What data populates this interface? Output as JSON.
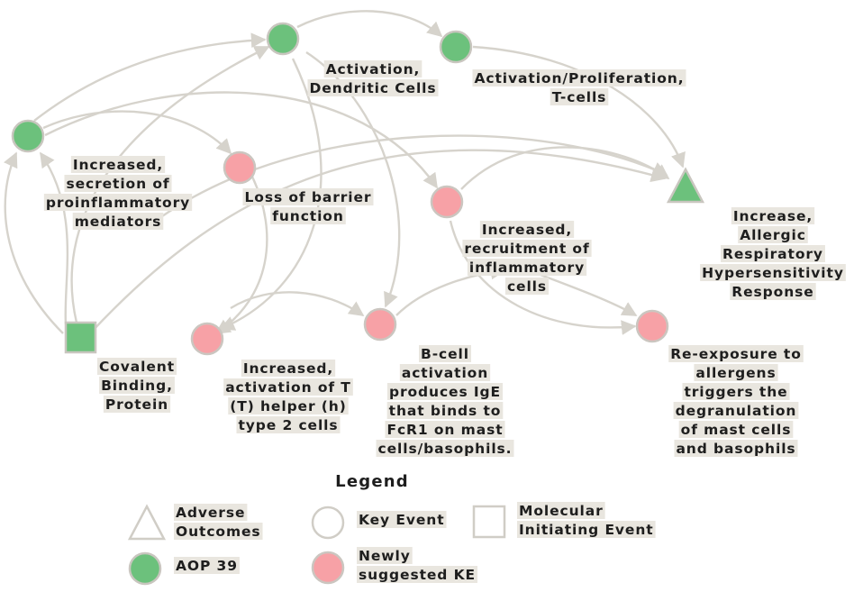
{
  "colors": {
    "aop39": "#6cc17c",
    "newly_suggested": "#f7a1a6",
    "edge": "#d6d3cc",
    "label_bg": "#e9e6df"
  },
  "nodes": {
    "activation_dc": {
      "lines": [
        "Activation,",
        "Dendritic Cells"
      ],
      "shape": "circle",
      "group": "aop39"
    },
    "activation_t": {
      "lines": [
        "Activation/Proliferation,",
        "T-cells"
      ],
      "shape": "circle",
      "group": "aop39"
    },
    "secretion": {
      "lines": [
        "Increased,",
        "secretion of",
        "proinflammatory",
        "mediators"
      ],
      "shape": "circle",
      "group": "aop39"
    },
    "loss_barrier": {
      "lines": [
        "Loss of barrier",
        "function"
      ],
      "shape": "circle",
      "group": "newly_suggested"
    },
    "recruitment": {
      "lines": [
        "Increased,",
        "recruitment of",
        "inflammatory",
        "cells"
      ],
      "shape": "circle",
      "group": "newly_suggested"
    },
    "allergic": {
      "lines": [
        "Increase,",
        "Allergic",
        "Respiratory",
        "Hypersensitivity",
        "Response"
      ],
      "shape": "triangle",
      "group": "aop39"
    },
    "covalent": {
      "lines": [
        "Covalent",
        "Binding,",
        "Protein"
      ],
      "shape": "square",
      "group": "aop39"
    },
    "th2": {
      "lines": [
        "Increased,",
        "activation of T",
        "(T) helper (h)",
        "type 2 cells"
      ],
      "shape": "circle",
      "group": "newly_suggested"
    },
    "bcell": {
      "lines": [
        "B-cell",
        "activation",
        "produces IgE",
        "that binds to",
        "FcR1 on mast",
        "cells/basophils."
      ],
      "shape": "circle",
      "group": "newly_suggested"
    },
    "reexposure": {
      "lines": [
        "Re-exposure to",
        "allergens",
        "triggers the",
        "degranulation",
        "of mast cells",
        "and basophils"
      ],
      "shape": "circle",
      "group": "newly_suggested"
    }
  },
  "legend": {
    "title": "Legend",
    "adverse": [
      "Adverse",
      "Outcomes"
    ],
    "key_event": [
      "Key Event"
    ],
    "mie": [
      "Molecular",
      "Initiating Event"
    ],
    "aop39": [
      "AOP 39"
    ],
    "newly": [
      "Newly",
      "suggested KE"
    ]
  }
}
